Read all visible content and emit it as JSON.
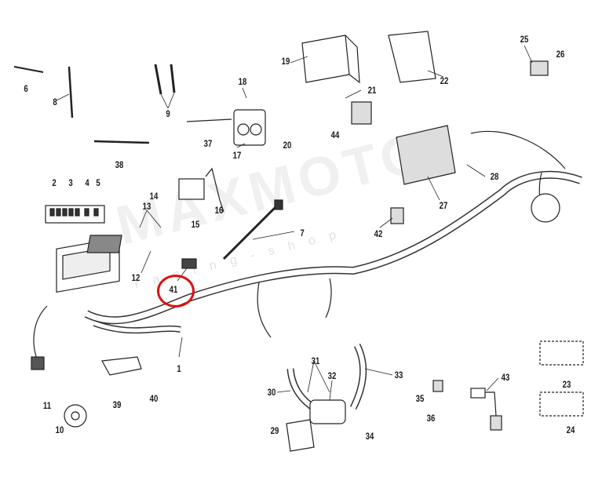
{
  "diagram": {
    "watermark": "MAXMOTO",
    "watermark_sub": "racing-shop",
    "highlight_color": "#d11111",
    "highlighted_part": "41",
    "part_labels": [
      {
        "id": "p1",
        "text": "1"
      },
      {
        "id": "p2",
        "text": "2"
      },
      {
        "id": "p3",
        "text": "3"
      },
      {
        "id": "p4",
        "text": "4"
      },
      {
        "id": "p5",
        "text": "5"
      },
      {
        "id": "p6",
        "text": "6"
      },
      {
        "id": "p7",
        "text": "7"
      },
      {
        "id": "p8",
        "text": "8"
      },
      {
        "id": "p9",
        "text": "9"
      },
      {
        "id": "p10",
        "text": "10"
      },
      {
        "id": "p11",
        "text": "11"
      },
      {
        "id": "p12",
        "text": "12"
      },
      {
        "id": "p13",
        "text": "13"
      },
      {
        "id": "p14",
        "text": "14"
      },
      {
        "id": "p15",
        "text": "15"
      },
      {
        "id": "p16",
        "text": "16"
      },
      {
        "id": "p17",
        "text": "17"
      },
      {
        "id": "p18",
        "text": "18"
      },
      {
        "id": "p19",
        "text": "19"
      },
      {
        "id": "p20",
        "text": "20"
      },
      {
        "id": "p21",
        "text": "21"
      },
      {
        "id": "p22",
        "text": "22"
      },
      {
        "id": "p23",
        "text": "23"
      },
      {
        "id": "p24",
        "text": "24"
      },
      {
        "id": "p25",
        "text": "25"
      },
      {
        "id": "p26",
        "text": "26"
      },
      {
        "id": "p27",
        "text": "27"
      },
      {
        "id": "p28",
        "text": "28"
      },
      {
        "id": "p29",
        "text": "29"
      },
      {
        "id": "p30",
        "text": "30"
      },
      {
        "id": "p31",
        "text": "31"
      },
      {
        "id": "p32",
        "text": "32"
      },
      {
        "id": "p33",
        "text": "33"
      },
      {
        "id": "p34",
        "text": "34"
      },
      {
        "id": "p35",
        "text": "35"
      },
      {
        "id": "p36",
        "text": "36"
      },
      {
        "id": "p37",
        "text": "37"
      },
      {
        "id": "p38",
        "text": "38"
      },
      {
        "id": "p39",
        "text": "39"
      },
      {
        "id": "p40",
        "text": "40"
      },
      {
        "id": "p41",
        "text": "41"
      },
      {
        "id": "p42",
        "text": "42"
      },
      {
        "id": "p43",
        "text": "43"
      },
      {
        "id": "p44",
        "text": "44"
      }
    ]
  }
}
